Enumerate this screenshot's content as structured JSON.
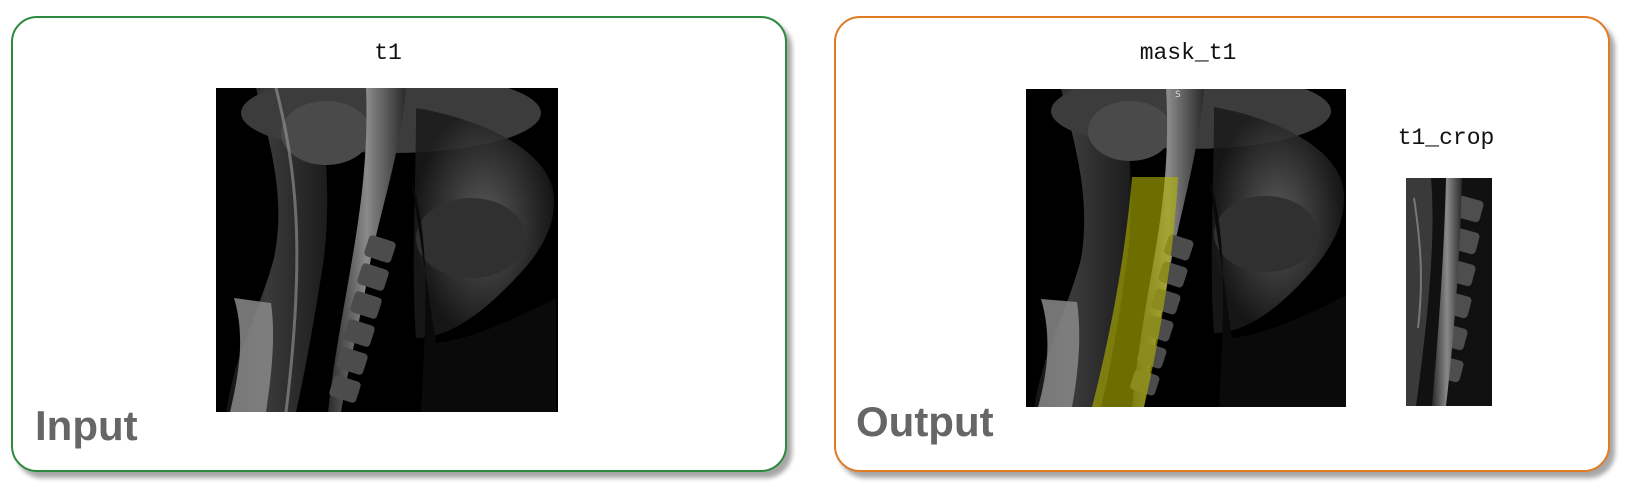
{
  "colors": {
    "input_border": "#2b8a3e",
    "output_border": "#e07b24",
    "label_text": "#666666",
    "mask_overlay": "#b8b800"
  },
  "input_panel": {
    "label": "Input",
    "image_title": "t1"
  },
  "output_panel": {
    "label": "Output",
    "mask_title": "mask_t1",
    "mask_marker": "S",
    "crop_title": "t1_crop"
  }
}
